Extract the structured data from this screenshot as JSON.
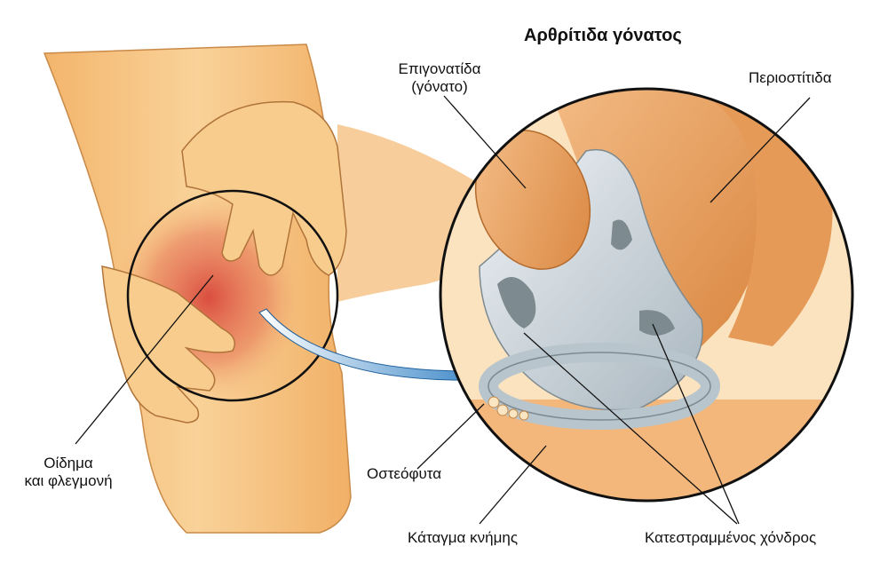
{
  "title": "Αρθρίτιδα γόνατος",
  "labels": {
    "patella_line1": "Επιγονατίδα",
    "patella_line2": "(γόνατο)",
    "periostitis": "Περιοστίτιδα",
    "swelling_line1": "Οίδημα",
    "swelling_line2": "και φλεγμονή",
    "osteophytes": "Οστεόφυτα",
    "tibia_fracture": "Κάταγμα κνήμης",
    "damaged_cartilage": "Κατεστραμμένος χόνδρος"
  },
  "colors": {
    "skin": "#f6c27c",
    "skin_shadow": "#e2a25c",
    "inflammation": "#d9473a",
    "bone": "#e8a05c",
    "cartilage": "#c9d4dc",
    "damage": "#7d8a90",
    "arrow": "#3a86c8",
    "outline": "#111111"
  }
}
